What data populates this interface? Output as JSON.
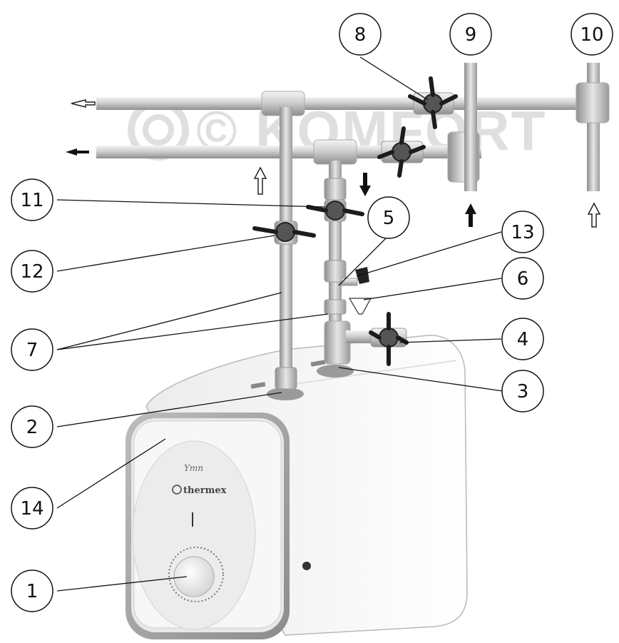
{
  "watermark": {
    "text": "© KOMFORT"
  },
  "heater": {
    "brand": "thermex",
    "script_logo": "Ymn"
  },
  "callouts": [
    "1",
    "2",
    "3",
    "4",
    "5",
    "6",
    "7",
    "8",
    "9",
    "10",
    "11",
    "12",
    "13",
    "14"
  ],
  "colors": {
    "pipe": "#c9c9c9",
    "pipe_dark": "#9a9a9a",
    "valve_handle": "#1c1c1c",
    "tank_front": "#f2f2f2",
    "bezel": "#a8a8a8",
    "stroke": "#111111"
  }
}
